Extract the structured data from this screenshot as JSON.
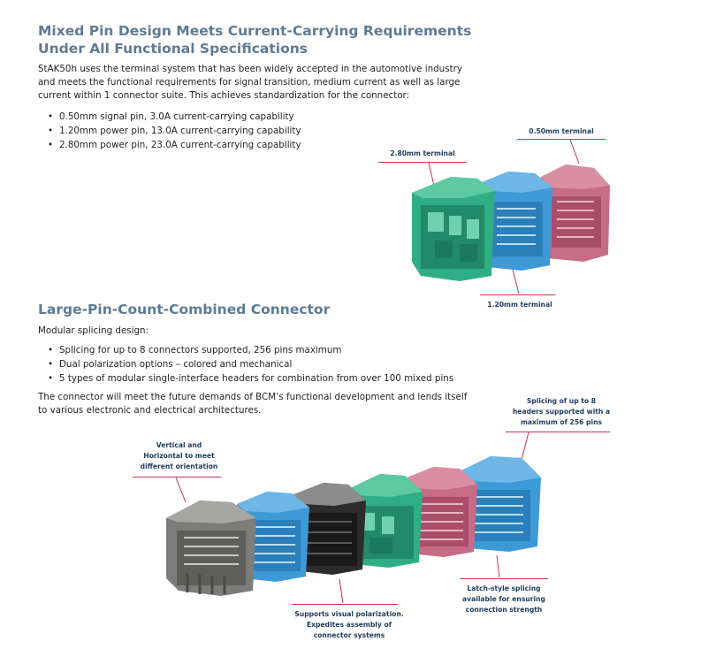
{
  "section1": {
    "title_line1": "Mixed Pin Design Meets Current-Carrying Requirements",
    "title_line2": "Under All Functional Specifications",
    "intro_line1": "StAK50h uses the terminal system that has been widely accepted in the automotive industry",
    "intro_line2": "and meets the functional requirements for signal transition, medium current as well as large",
    "intro_line3": "current within 1 connector suite. This achieves standardization for the connector:",
    "bullets": [
      "0.50mm signal pin, 3.0A current-carrying capability",
      "1.20mm power pin, 13.0A current-carrying capability",
      "2.80mm power pin, 23.0A current-carrying capability"
    ],
    "callouts": {
      "terminal_050": "0.50mm terminal",
      "terminal_280": "2.80mm terminal",
      "terminal_120": "1.20mm terminal"
    }
  },
  "section2": {
    "title": "Large-Pin-Count-Combined Connector",
    "intro": "Modular splicing design:",
    "bullets": [
      "Splicing for up to 8 connectors supported, 256 pins maximum",
      "Dual polarization options – colored and mechanical",
      "5 types of modular single-interface headers for combination from over 100 mixed pins"
    ],
    "closing_line1": "The connector will meet the future demands of BCM’s functional development and lends itself",
    "closing_line2": "to various electronic and electrical architectures.",
    "callouts": {
      "splicing_line1": "Splicing of up to 8",
      "splicing_line2": "headers supported with a",
      "splicing_line3": "maximum of 256 pins",
      "vertical_line1": "Vertical and",
      "vertical_line2": "Horizontal to meet",
      "vertical_line3": "different orientation",
      "latch_line1": "Latch-style splicing",
      "latch_line2": "available for ensuring",
      "latch_line3": "connection strength",
      "polar_line1": "Supports visual polarization.",
      "polar_line2": "Expedites assembly of",
      "polar_line3": "connector systems"
    }
  },
  "colors": {
    "heading": "#5e7a96",
    "callout_text": "#1e3b5c",
    "callout_line": "#c4374f",
    "green": "#2fae86",
    "blue": "#3d9ad6",
    "pink": "#c76b86",
    "gray": "#7c7c7a",
    "black": "#2c2c2c"
  }
}
